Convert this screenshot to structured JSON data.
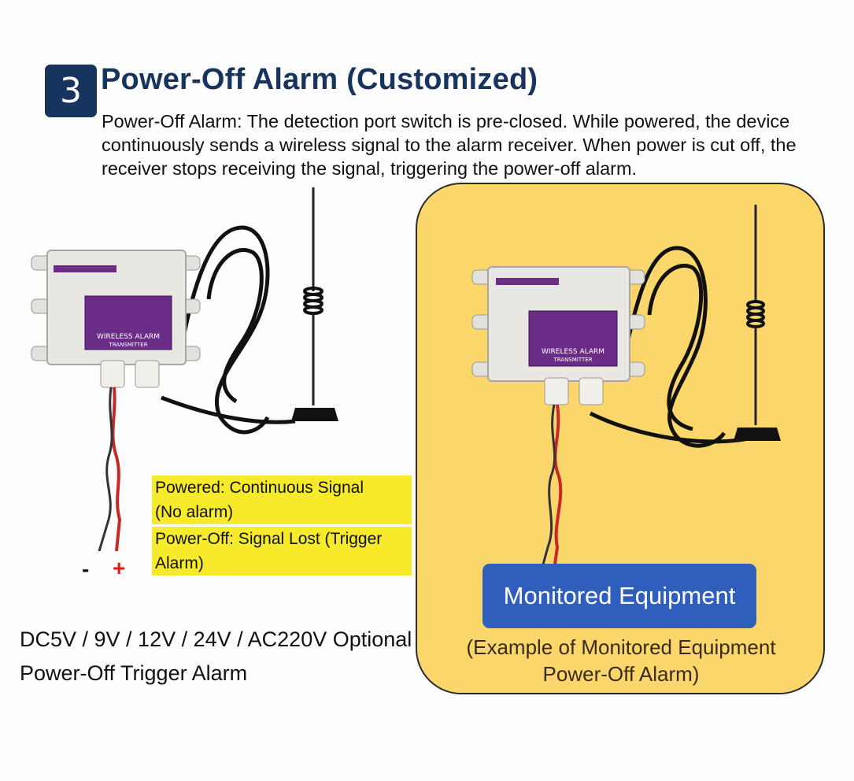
{
  "header": {
    "step_number": "3",
    "title": "Power-Off Alarm (Customized)",
    "description": "Power-Off Alarm: The detection port switch is pre-closed. While powered, the device continuously sends a wireless signal to the alarm receiver. When power is cut off, the receiver stops receiving the signal, triggering the power-off alarm."
  },
  "device_label": {
    "brand_text": "WIRELESS ALARM",
    "sub_text": "TRANSMITTER"
  },
  "callout": {
    "line1": "Powered: Continuous Signal",
    "line2": "(No alarm)",
    "line3": "Power-Off: Signal Lost (Trigger Alarm)"
  },
  "polarity": {
    "minus": "-",
    "plus": "+"
  },
  "voltage": {
    "line1": "DC5V / 9V / 12V / 24V / AC220V Optional",
    "line2": "Power-Off Trigger Alarm"
  },
  "equipment": {
    "button_label": "Monitored Equipment",
    "caption": "(Example of Monitored Equipment Power-Off Alarm)"
  },
  "colors": {
    "navy": "#17345f",
    "panel_yellow": "#fbd76b",
    "callout_yellow": "#f6ea2a",
    "button_blue": "#2f5ebd",
    "plus_red": "#e01818",
    "label_purple": "#6a2c86"
  }
}
